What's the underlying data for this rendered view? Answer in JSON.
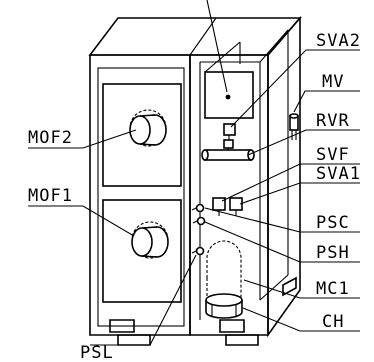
{
  "labels": {
    "sva2": "SVA2",
    "mv": "MV",
    "rvr": "RVR",
    "svf": "SVF",
    "sva1": "SVA1",
    "mof2": "MOF2",
    "mof1": "MOF1",
    "psc": "PSC",
    "psh": "PSH",
    "mc1": "MC1",
    "ch": "CH",
    "psl": "PSL"
  }
}
